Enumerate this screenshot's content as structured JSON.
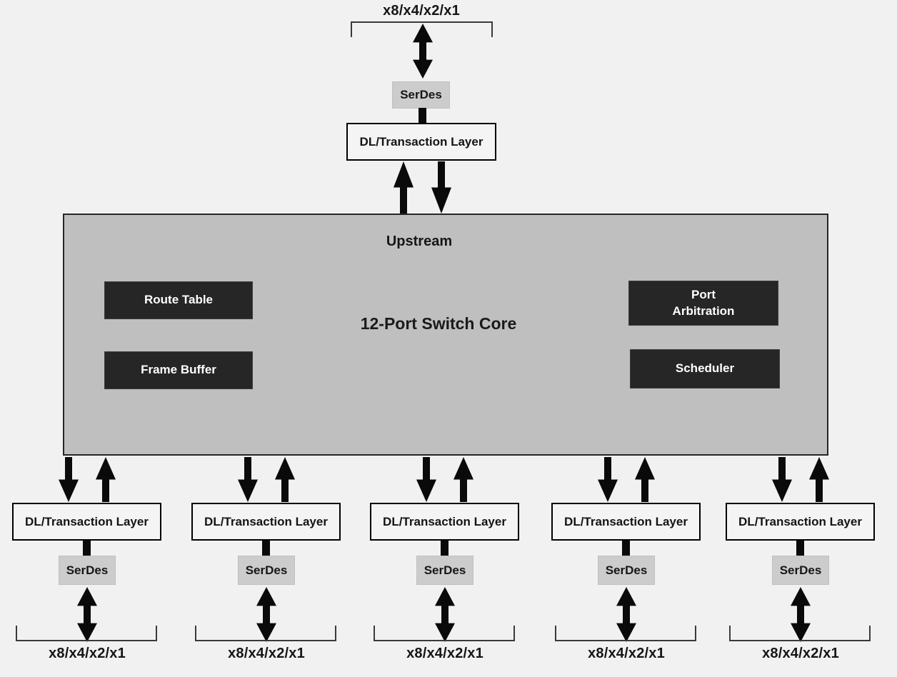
{
  "colors": {
    "background": "#f1f1f1",
    "core_fill": "#bfbfbf",
    "core_border": "#262626",
    "block_fill": "#262626",
    "block_text": "#ffffff",
    "serdes_fill": "#cccccc",
    "dl_box_fill": "#f4f4f4",
    "dl_box_border": "#000000",
    "arrow": "#0a0a0a"
  },
  "top_port": {
    "width_label": "x8/x4/x2/x1",
    "serdes_label": "SerDes",
    "dl_label": "DL/Transaction Layer"
  },
  "core": {
    "upstream_label": "Upstream",
    "title": "12-Port Switch Core",
    "left_blocks": [
      {
        "label": "Route Table"
      },
      {
        "label": "Frame Buffer"
      }
    ],
    "right_blocks": [
      {
        "label": "Port\nArbitration"
      },
      {
        "label": "Scheduler"
      }
    ]
  },
  "downstream_ports": [
    {
      "dl_label": "DL/Transaction Layer",
      "serdes_label": "SerDes",
      "width_label": "x8/x4/x2/x1"
    },
    {
      "dl_label": "DL/Transaction Layer",
      "serdes_label": "SerDes",
      "width_label": "x8/x4/x2/x1"
    },
    {
      "dl_label": "DL/Transaction Layer",
      "serdes_label": "SerDes",
      "width_label": "x8/x4/x2/x1"
    },
    {
      "dl_label": "DL/Transaction Layer",
      "serdes_label": "SerDes",
      "width_label": "x8/x4/x2/x1"
    },
    {
      "dl_label": "DL/Transaction Layer",
      "serdes_label": "SerDes",
      "width_label": "x8/x4/x2/x1"
    }
  ]
}
